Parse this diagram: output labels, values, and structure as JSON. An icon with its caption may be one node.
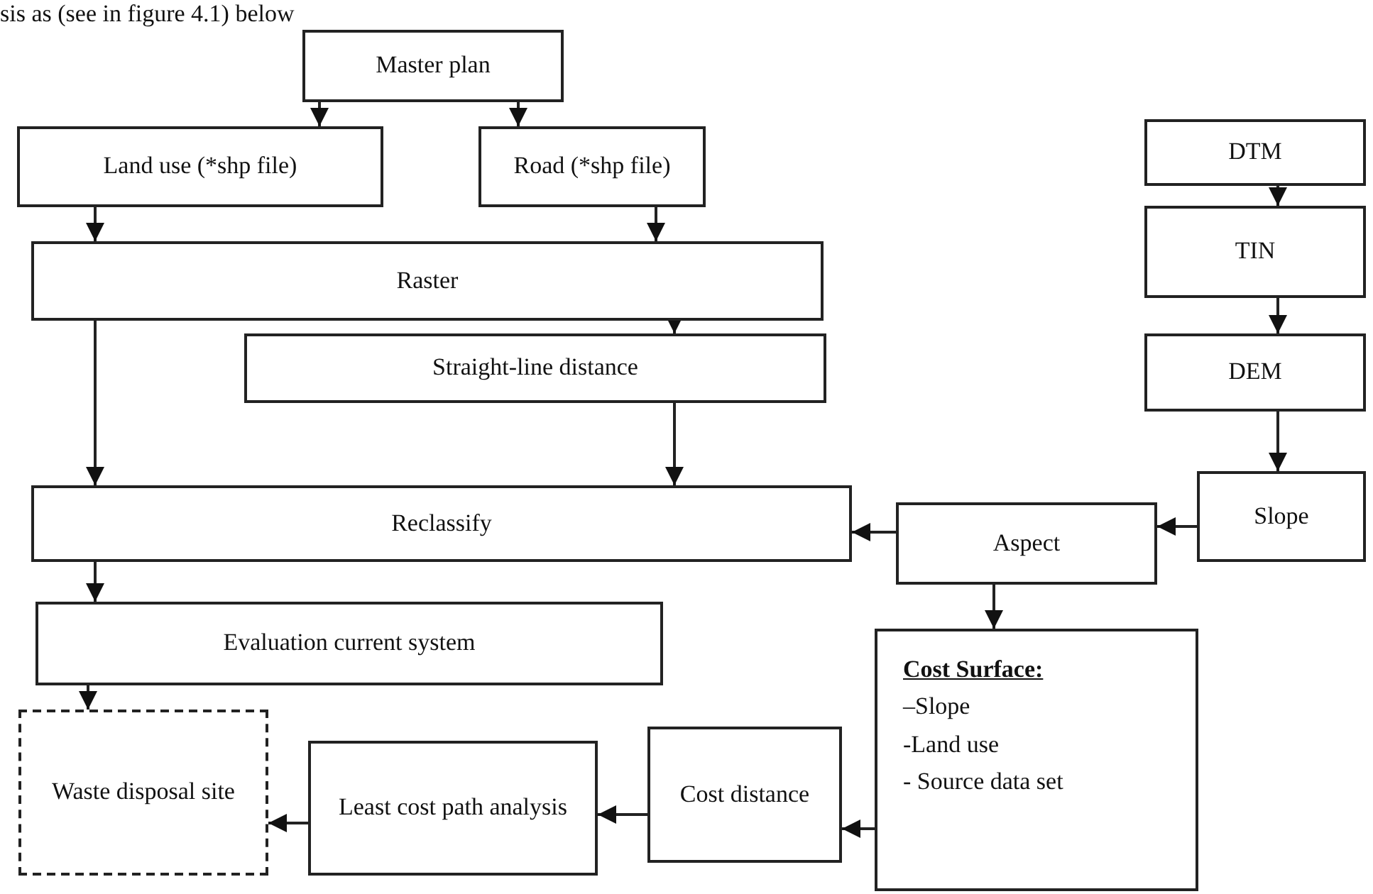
{
  "diagram": {
    "nodes": [
      {
        "text": [
          "Master plan"
        ]
      },
      {
        "text": [
          "Land use (*shp file)"
        ]
      },
      {
        "text": [
          "Road (*shp file)"
        ]
      },
      {
        "text": [
          "DTM"
        ]
      },
      {
        "text": [
          "TIN"
        ]
      },
      {
        "text": [
          "Raster"
        ]
      },
      {
        "text": [
          "Straight-line distance"
        ]
      },
      {
        "text": [
          "DEM"
        ]
      },
      {
        "text": [
          "Slope"
        ]
      },
      {
        "text": [
          "Reclassify"
        ]
      },
      {
        "text": [
          "Aspect"
        ]
      },
      {
        "text": [
          "Evaluation current system"
        ]
      },
      {
        "text": [
          "Cost Surface:",
          "–Slope",
          "-Land use",
          "- Source data set"
        ]
      },
      {
        "text": [
          "Waste disposal site"
        ]
      },
      {
        "text": [
          "Least cost path analysis"
        ]
      },
      {
        "text": [
          "Cost distance"
        ]
      }
    ],
    "edges": [
      {
        "from": 0,
        "to": 1,
        "arrow": "to"
      },
      {
        "from": 0,
        "to": 2,
        "arrow": "to"
      },
      {
        "from": 1,
        "to": 5,
        "arrow": "to"
      },
      {
        "from": 2,
        "to": 5,
        "arrow": "to"
      },
      {
        "from": 5,
        "to": 9,
        "arrow": "to"
      },
      {
        "from": 5,
        "to": 6,
        "arrow": "to"
      },
      {
        "from": 6,
        "to": 9,
        "arrow": "to"
      },
      {
        "from": 3,
        "to": 4,
        "arrow": "to"
      },
      {
        "from": 4,
        "to": 7,
        "arrow": "to"
      },
      {
        "from": 7,
        "to": 8,
        "arrow": "to"
      },
      {
        "from": 8,
        "to": 10,
        "arrow": "to"
      },
      {
        "from": 10,
        "to": 9,
        "arrow": "to"
      },
      {
        "from": 10,
        "to": 12,
        "arrow": "to"
      },
      {
        "from": 9,
        "to": 11,
        "arrow": "to"
      },
      {
        "from": 11,
        "to": 13,
        "arrow": "to"
      },
      {
        "from": 12,
        "to": 15,
        "arrow": "to"
      },
      {
        "from": 15,
        "to": 14,
        "arrow": "to"
      },
      {
        "from": 14,
        "to": 13,
        "arrow": "to"
      }
    ],
    "labels": [
      "sis as (see in figure 4.1) below"
    ]
  }
}
